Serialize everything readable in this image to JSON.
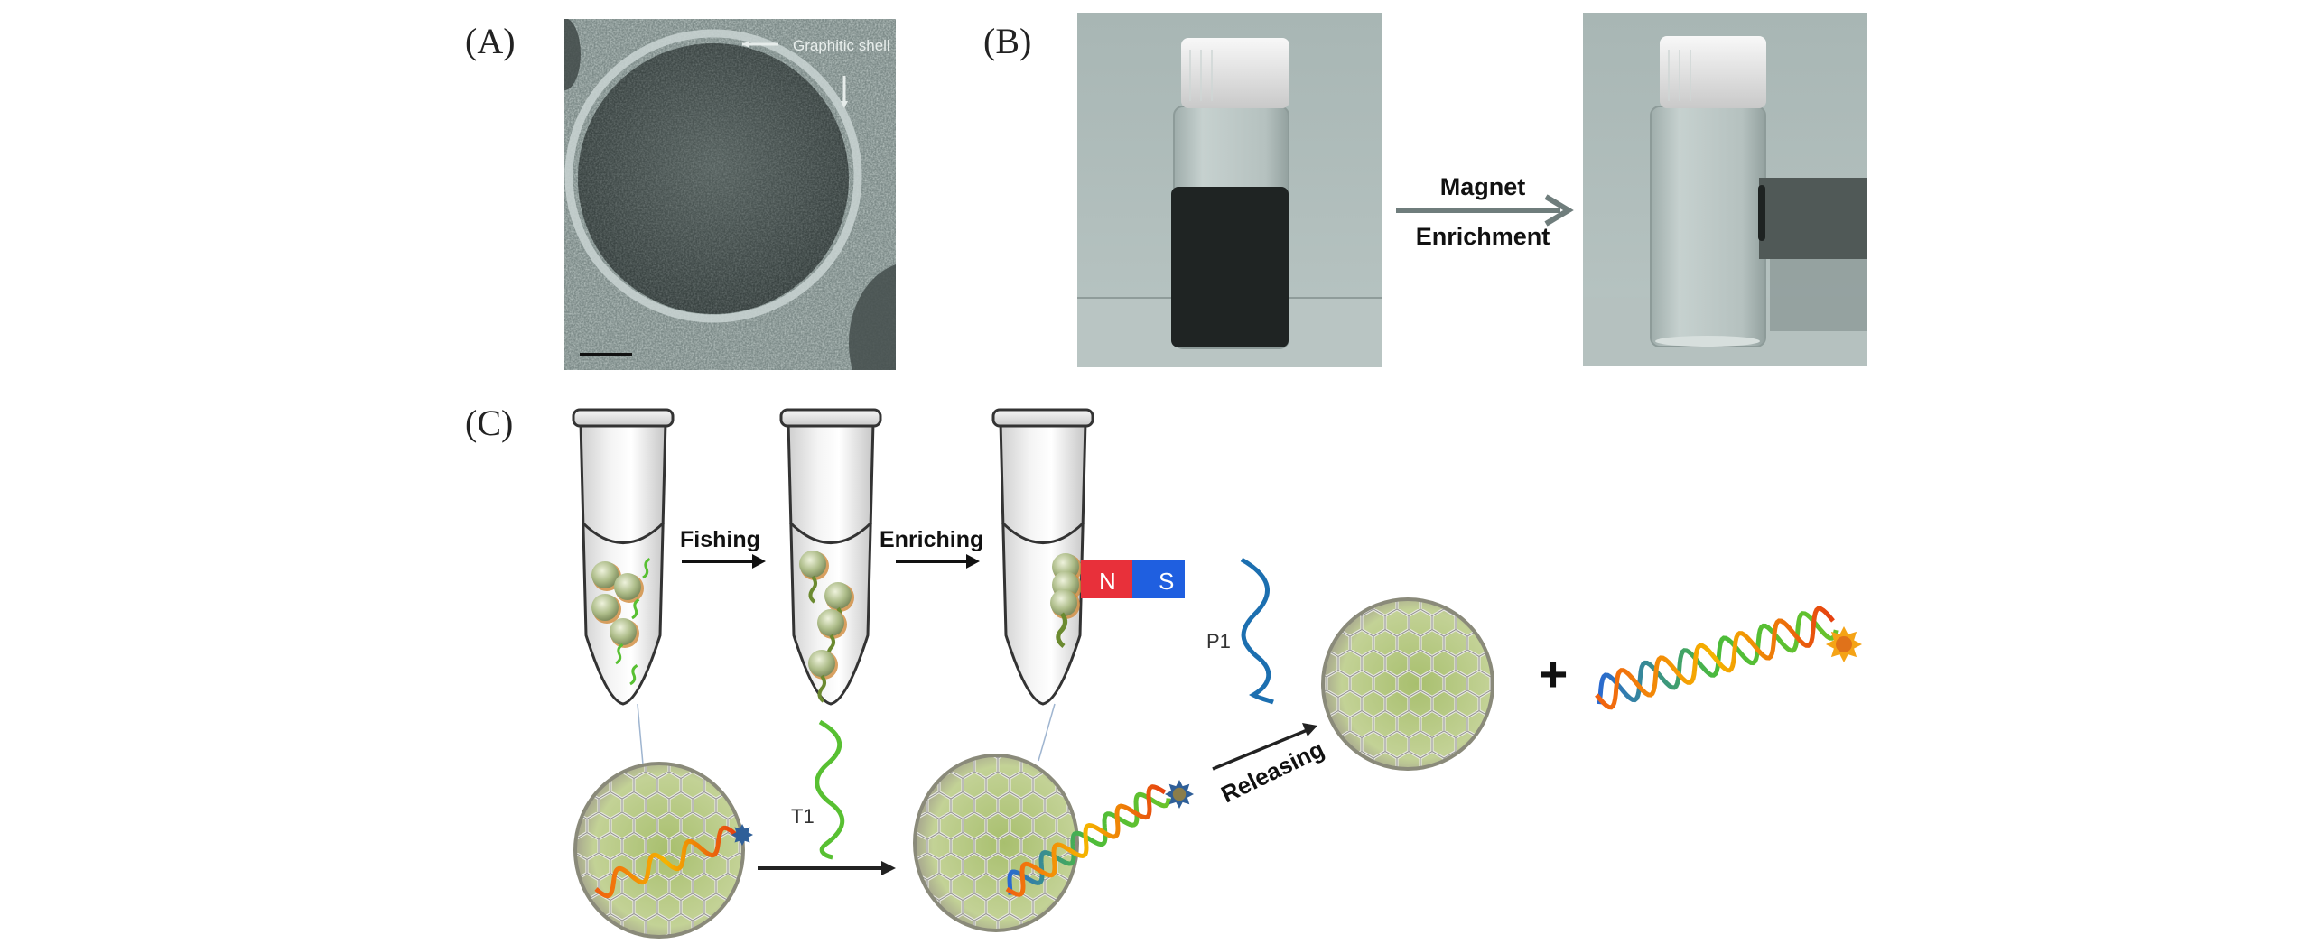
{
  "figure": {
    "panels": [
      {
        "id": "A",
        "label": "(A)",
        "annotation": "Graphitic shell"
      },
      {
        "id": "B",
        "label": "(B)",
        "arrow_top": "Magnet",
        "arrow_bottom": "Enrichment"
      },
      {
        "id": "C",
        "label": "(C)",
        "steps": [
          "Fishing",
          "Enriching",
          "Releasing"
        ],
        "magnet": {
          "north": "N",
          "south": "S"
        },
        "strands": {
          "target": "T1",
          "probe": "P1"
        },
        "plus": "+"
      }
    ]
  },
  "colors": {
    "magnet_north": "#e8303a",
    "magnet_south": "#1f5fe0",
    "probe_strand": "#1c6fb0",
    "target_strand": "#58c032",
    "sphere_fill": "#b9c98a",
    "photo_bg": "#a7b5b3",
    "star_orange": "#f5a316",
    "star_blue": "#2f5f98"
  }
}
